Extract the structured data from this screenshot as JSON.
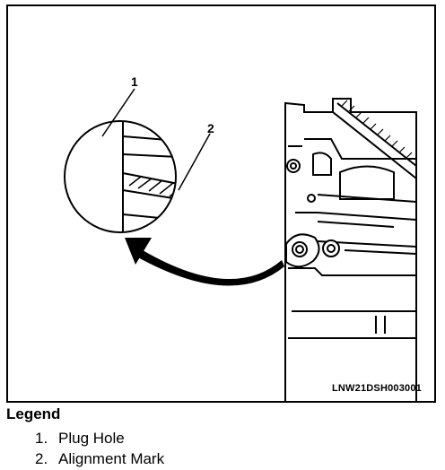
{
  "figure": {
    "callout_1": "1",
    "callout_2": "2",
    "figure_id": "LNW21DSH003001"
  },
  "legend": {
    "title": "Legend",
    "items": [
      {
        "num": "1.",
        "label": "Plug Hole"
      },
      {
        "num": "2.",
        "label": "Alignment Mark"
      }
    ]
  }
}
